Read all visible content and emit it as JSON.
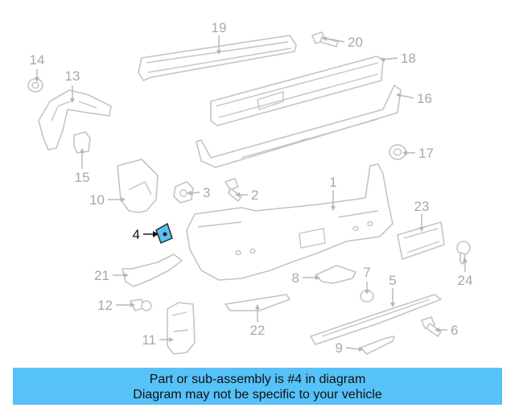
{
  "diagram": {
    "highlight_color": "#5bc0f2",
    "callouts": [
      {
        "id": "1",
        "highlighted": false
      },
      {
        "id": "2",
        "highlighted": false
      },
      {
        "id": "3",
        "highlighted": false
      },
      {
        "id": "4",
        "highlighted": true
      },
      {
        "id": "5",
        "highlighted": false
      },
      {
        "id": "6",
        "highlighted": false
      },
      {
        "id": "7",
        "highlighted": false
      },
      {
        "id": "8",
        "highlighted": false
      },
      {
        "id": "9",
        "highlighted": false
      },
      {
        "id": "10",
        "highlighted": false
      },
      {
        "id": "11",
        "highlighted": false
      },
      {
        "id": "12",
        "highlighted": false
      },
      {
        "id": "13",
        "highlighted": false
      },
      {
        "id": "14",
        "highlighted": false
      },
      {
        "id": "15",
        "highlighted": false
      },
      {
        "id": "16",
        "highlighted": false
      },
      {
        "id": "17",
        "highlighted": false
      },
      {
        "id": "18",
        "highlighted": false
      },
      {
        "id": "19",
        "highlighted": false
      },
      {
        "id": "20",
        "highlighted": false
      },
      {
        "id": "21",
        "highlighted": false
      },
      {
        "id": "22",
        "highlighted": false
      },
      {
        "id": "23",
        "highlighted": false
      },
      {
        "id": "24",
        "highlighted": false
      }
    ]
  },
  "banner": {
    "line1": "Part or sub-assembly is #4 in diagram",
    "line2": "Diagram may not be specific to your vehicle",
    "background": "#56c2f8"
  }
}
